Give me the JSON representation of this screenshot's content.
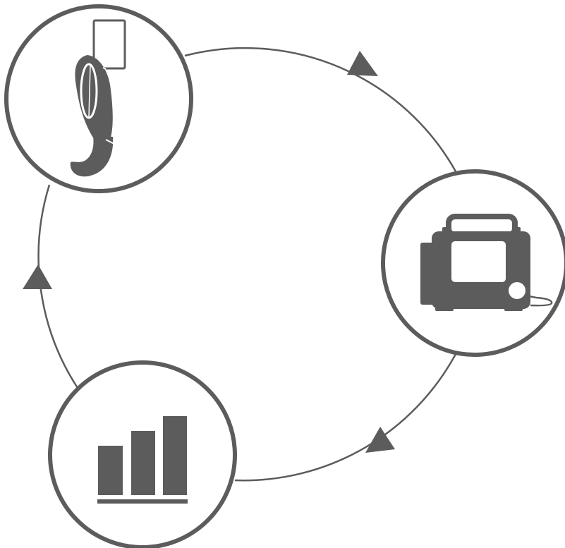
{
  "diagram": {
    "type": "cycle",
    "direction": "clockwise",
    "stroke_color": "#5c5c5c",
    "fill_color": "#5c5c5c",
    "background": "#ffffff",
    "nodes": [
      {
        "id": "laryngoscope",
        "icon": "video-laryngoscope-icon"
      },
      {
        "id": "monitor",
        "icon": "portable-monitor-device-icon"
      },
      {
        "id": "analytics",
        "icon": "bar-chart-icon"
      }
    ],
    "arrows": [
      {
        "from": "laryngoscope",
        "to": "monitor"
      },
      {
        "from": "monitor",
        "to": "analytics"
      },
      {
        "from": "analytics",
        "to": "laryngoscope"
      }
    ]
  }
}
